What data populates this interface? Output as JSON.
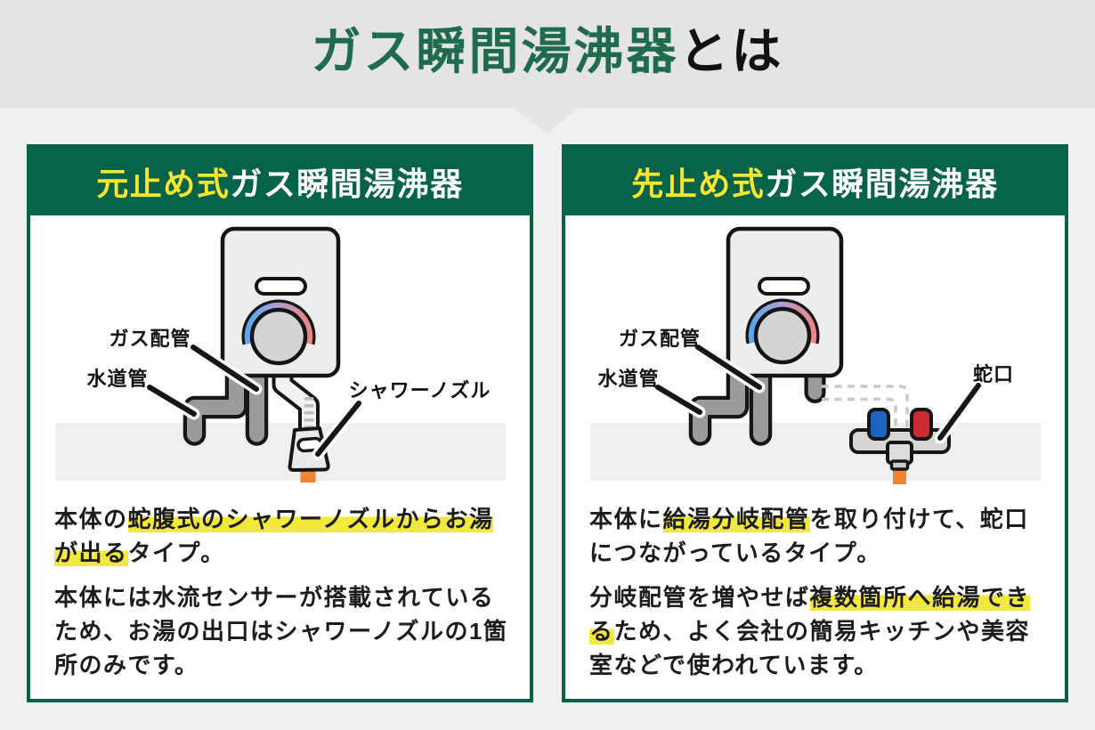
{
  "title": {
    "keyword": "ガス瞬間湯沸器",
    "suffix": "とは"
  },
  "colors": {
    "green_dark": "#07624a",
    "green_title": "#1e6b4e",
    "yellow_accent": "#f7e52e",
    "yellow_highlight": "#f3e93c",
    "orange_water": "#f08434",
    "blue_cold_knob": "#2063bd",
    "red_hot_knob": "#cb2b33",
    "header_bg": "#e4e4e4",
    "body_bg": "#f0f0f0"
  },
  "cards": [
    {
      "header": {
        "keyword": "元止め式",
        "rest": "ガス瞬間湯沸器"
      },
      "labels": {
        "gas": "ガス配管",
        "water": "水道管",
        "outlet": "シャワーノズル"
      },
      "paragraphs": [
        {
          "segments": [
            {
              "text": "本体の",
              "hl": false
            },
            {
              "text": "蛇腹式のシャワーノズルからお湯が出る",
              "hl": true
            },
            {
              "text": "タイプ。",
              "hl": false
            }
          ]
        },
        {
          "segments": [
            {
              "text": "本体には水流センサーが搭載されているため、お湯の出口はシャワーノズルの1箇所のみです。",
              "hl": false
            }
          ]
        }
      ]
    },
    {
      "header": {
        "keyword": "先止め式",
        "rest": "ガス瞬間湯沸器"
      },
      "labels": {
        "gas": "ガス配管",
        "water": "水道管",
        "outlet": "蛇口"
      },
      "paragraphs": [
        {
          "segments": [
            {
              "text": "本体に",
              "hl": false
            },
            {
              "text": "給湯分岐配管",
              "hl": true
            },
            {
              "text": "を取り付けて、蛇口につながっているタイプ。",
              "hl": false
            }
          ]
        },
        {
          "segments": [
            {
              "text": "分岐配管を増やせば",
              "hl": false
            },
            {
              "text": "複数箇所へ給湯できる",
              "hl": true
            },
            {
              "text": "ため、よく会社の簡易キッチンや美容室などで使われています。",
              "hl": false
            }
          ]
        }
      ]
    }
  ]
}
